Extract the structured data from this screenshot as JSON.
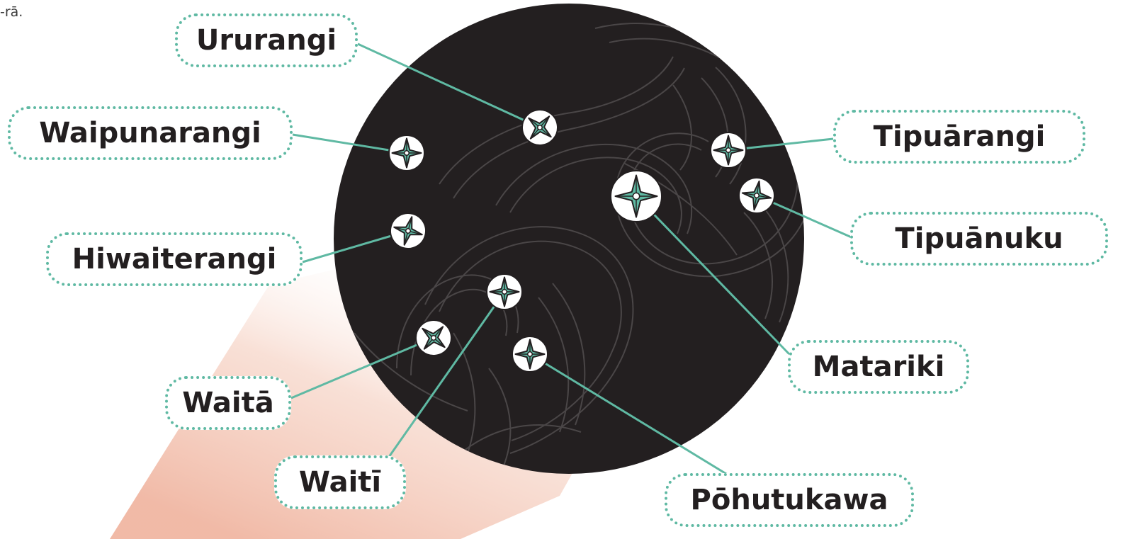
{
  "corner_text": "-rā.",
  "colors": {
    "sky": "#231f20",
    "accent": "#5fb9a3",
    "star_fill": "#ffffff",
    "glow": "#f3c2b1"
  },
  "icon": "four-point-star-icon",
  "stars": [
    {
      "id": "ururangi",
      "label": "Ururangi"
    },
    {
      "id": "waipunarangi",
      "label": "Waipunarangi"
    },
    {
      "id": "hiwaiterangi",
      "label": "Hiwaiterangi"
    },
    {
      "id": "waita",
      "label": "Waitā"
    },
    {
      "id": "waiti",
      "label": "Waitī"
    },
    {
      "id": "tipuarangi",
      "label": "Tipuārangi"
    },
    {
      "id": "tipuanuku",
      "label": "Tipuānuku"
    },
    {
      "id": "matariki",
      "label": "Matariki"
    },
    {
      "id": "pohutukawa",
      "label": "Pōhutukawa"
    }
  ]
}
